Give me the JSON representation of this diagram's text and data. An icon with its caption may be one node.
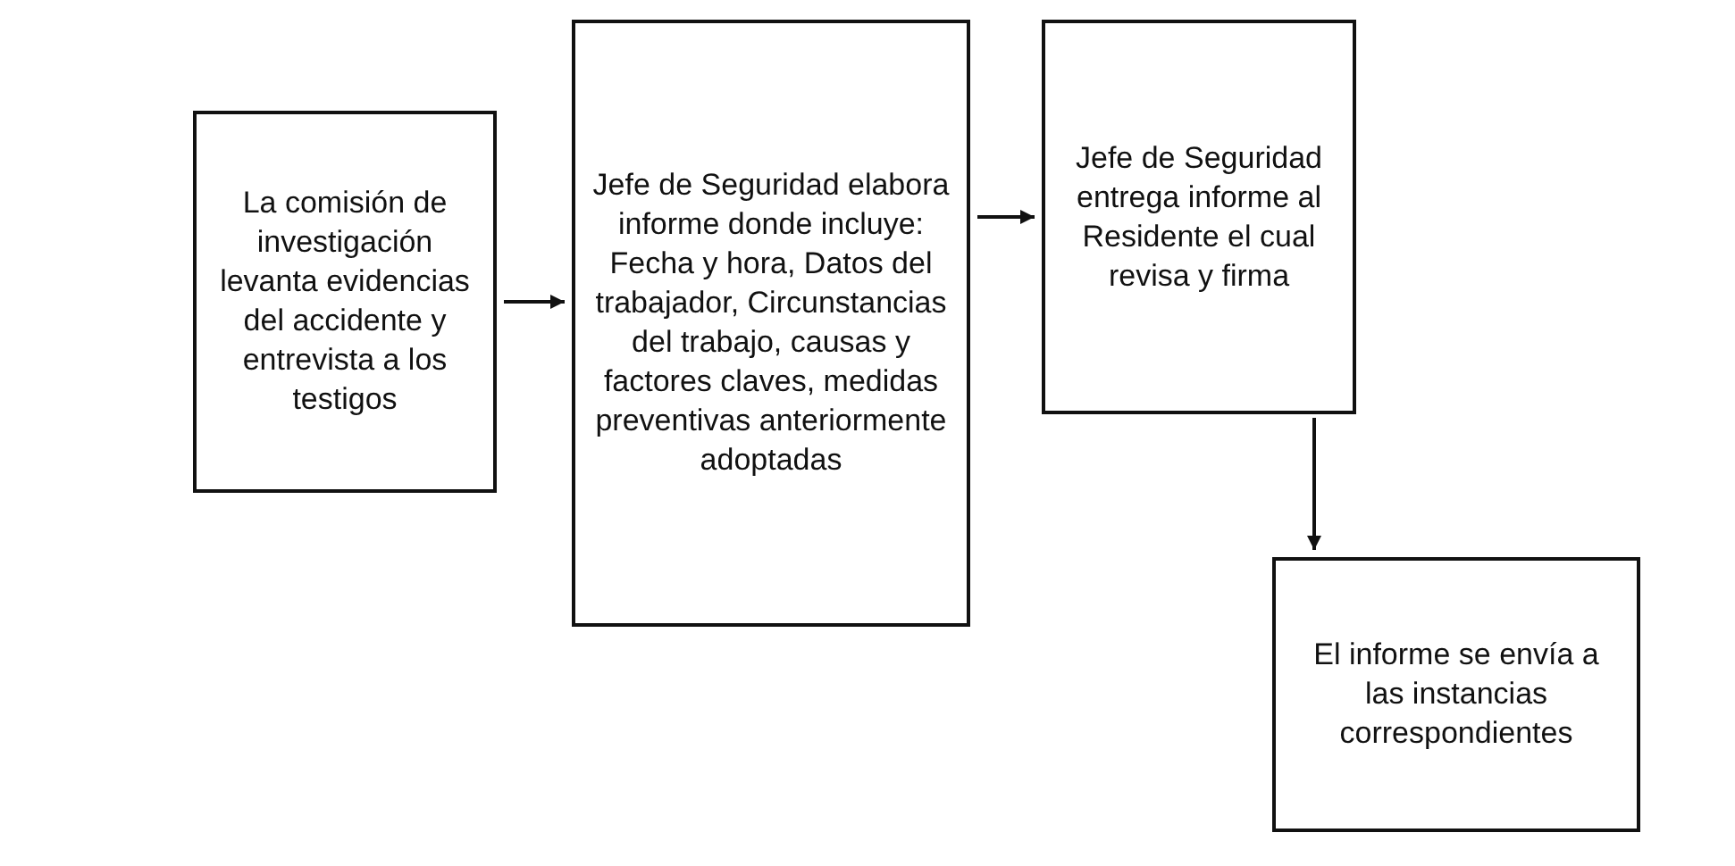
{
  "diagram": {
    "nodes": [
      {
        "text": [
          "La comisión de investigación levanta evidencias del accidente y entrevista a los testigos"
        ]
      },
      {
        "text": [
          "Jefe de Seguridad elabora informe donde incluye: Fecha y hora, Datos del trabajador, Circunstancias del trabajo, causas y factores claves, medidas preventivas anteriormente adoptadas"
        ]
      },
      {
        "text": [
          "Jefe de Seguridad entrega informe al Residente el cual revisa y firma"
        ]
      },
      {
        "text": [
          "El informe se envía a las instancias correspondientes"
        ]
      }
    ],
    "edges": [
      {
        "from": 0,
        "to": 1,
        "arrow": "to"
      },
      {
        "from": 1,
        "to": 2,
        "arrow": "to"
      },
      {
        "from": 2,
        "to": 3,
        "arrow": "to"
      }
    ]
  }
}
